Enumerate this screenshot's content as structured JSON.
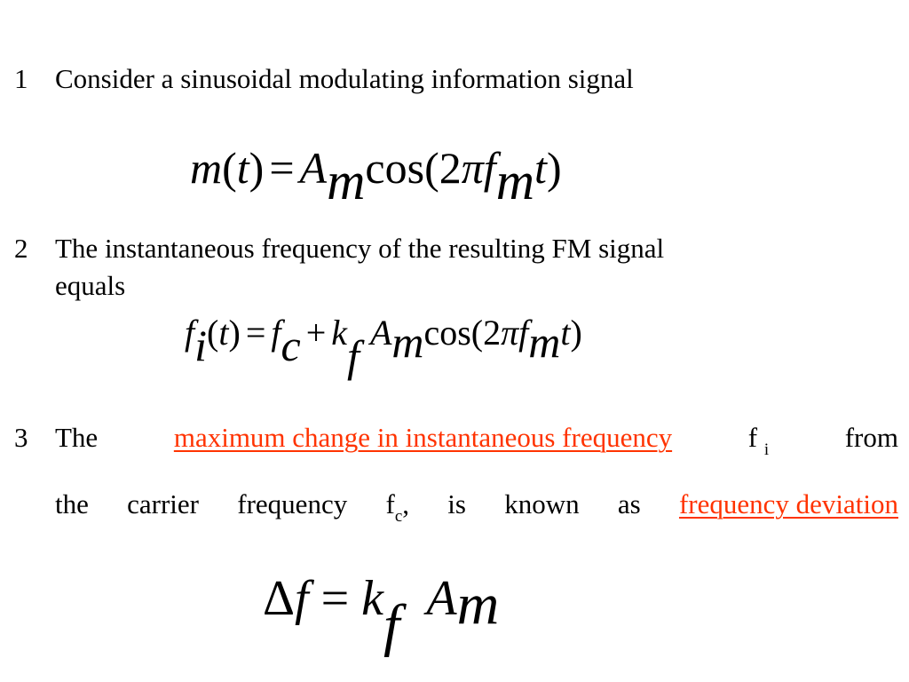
{
  "items": [
    {
      "number": "1",
      "text": "Consider a sinusoidal modulating information signal"
    },
    {
      "number": "2",
      "text_line1": "The instantaneous frequency of the resulting FM signal",
      "text_line2": "equals"
    },
    {
      "number": "3",
      "line1": {
        "w1": "The",
        "highlight": "maximum change in instantaneous frequency",
        "f": "f",
        "sub_i": "i",
        "from": "from"
      },
      "line2": {
        "w1": "the",
        "w2": "carrier",
        "w3": "frequency",
        "f": "f",
        "sub_c": "c",
        "comma": ",",
        "w4": "is",
        "w5": "known",
        "w6": "as",
        "highlight": "frequency deviation"
      }
    }
  ],
  "equations": {
    "eq1": {
      "m": "m",
      "lp": "(",
      "t": "t",
      "rp": ")",
      "eq": "=",
      "A": "A",
      "sub_m": "m",
      "cos": "cos(2",
      "pi": "π",
      "f": "f",
      "sub_m2": "m",
      "t2": "t",
      "rp2": ")"
    },
    "eq2": {
      "f": "f",
      "sub_i": "i",
      "lp": "(",
      "t": "t",
      "rp": ")",
      "eq": "=",
      "f2": "f",
      "sub_c": "c",
      "plus": "+",
      "k": "k",
      "sub_f": "f",
      "A": "A",
      "sub_m": "m",
      "cos": "cos(2",
      "pi": "π",
      "f3": "f",
      "sub_m2": "m",
      "t2": "t",
      "rp2": ")"
    },
    "eq3": {
      "delta": "Δ",
      "f": "f",
      "eq": "=",
      "k": "k",
      "sub_f": "f",
      "A": "A",
      "sub_m": "m"
    }
  }
}
